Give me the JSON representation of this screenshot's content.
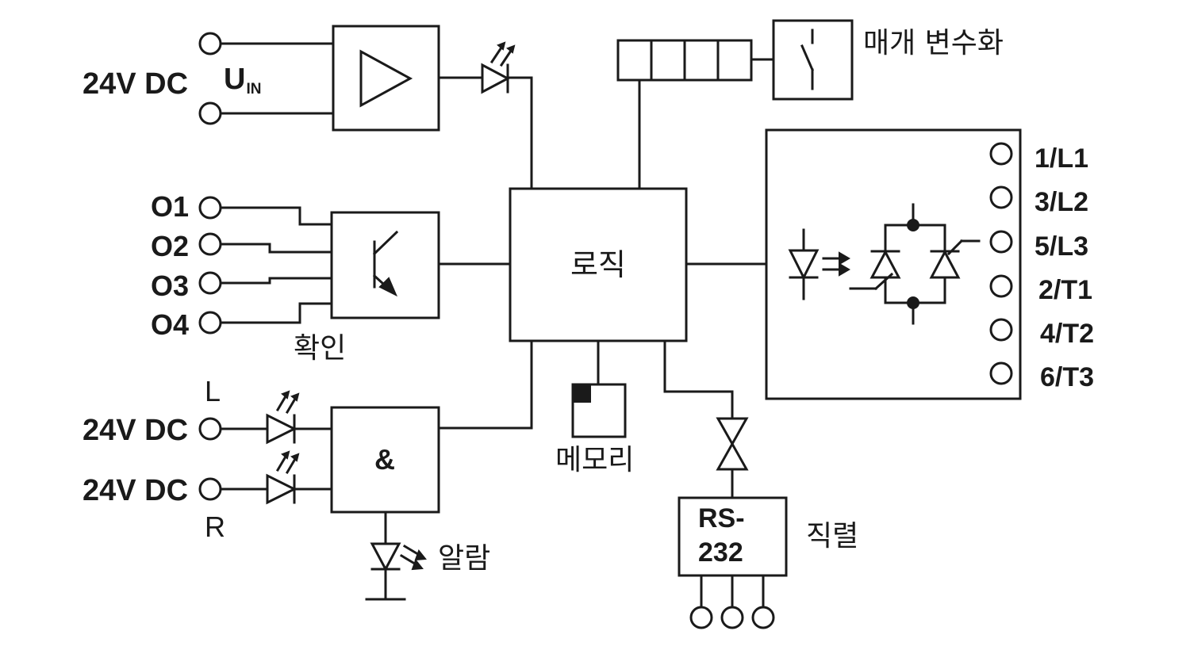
{
  "supply": {
    "voltage_label": "24V DC",
    "u_main": "U",
    "u_sub": "IN"
  },
  "outputs": [
    "O1",
    "O2",
    "O3",
    "O4"
  ],
  "labels": {
    "confirm": "확인",
    "logic": "로직",
    "param": "매개 변수화",
    "memory": "메모리",
    "alarm": "알람",
    "serial": "직렬",
    "and_gate": "&",
    "rs_line1": "RS-",
    "rs_line2": "232",
    "input_l_tag": "L",
    "input_r_tag": "R",
    "input_l_voltage": "24V DC",
    "input_r_voltage": "24V DC"
  },
  "load_terminals": [
    "1/L1",
    "3/L2",
    "5/L3",
    "2/T1",
    "4/T2",
    "6/T3"
  ]
}
